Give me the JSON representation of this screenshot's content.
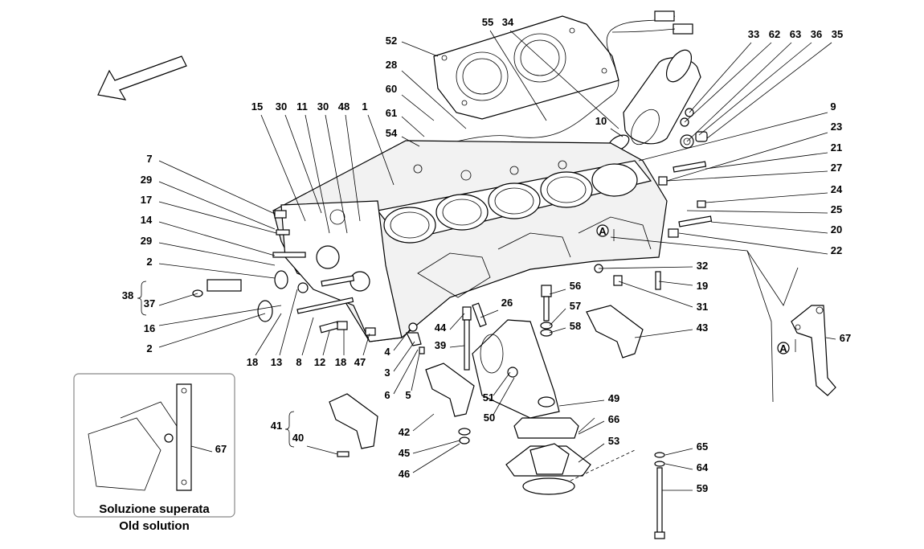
{
  "labels": [
    "55",
    "34",
    "52",
    "28",
    "60",
    "61",
    "54",
    "33",
    "62",
    "63",
    "36",
    "35",
    "15",
    "30",
    "11",
    "30",
    "48",
    "1",
    "10",
    "9",
    "23",
    "21",
    "27",
    "24",
    "25",
    "20",
    "22",
    "7",
    "29",
    "17",
    "14",
    "29",
    "2",
    "38",
    "37",
    "16",
    "2",
    "32",
    "19",
    "31",
    "56",
    "57",
    "58",
    "43",
    "26",
    "44",
    "39",
    "4",
    "3",
    "6",
    "5",
    "51",
    "50",
    "49",
    "18",
    "13",
    "8",
    "12",
    "18",
    "47",
    "67",
    "41",
    "40",
    "42",
    "45",
    "46",
    "66",
    "53",
    "65",
    "64",
    "59",
    "67"
  ],
  "inset": {
    "caption_line1": "Soluzione superata",
    "caption_line2": "Old solution"
  },
  "marker": "A",
  "icons": {
    "direction": "arrow-icon"
  }
}
